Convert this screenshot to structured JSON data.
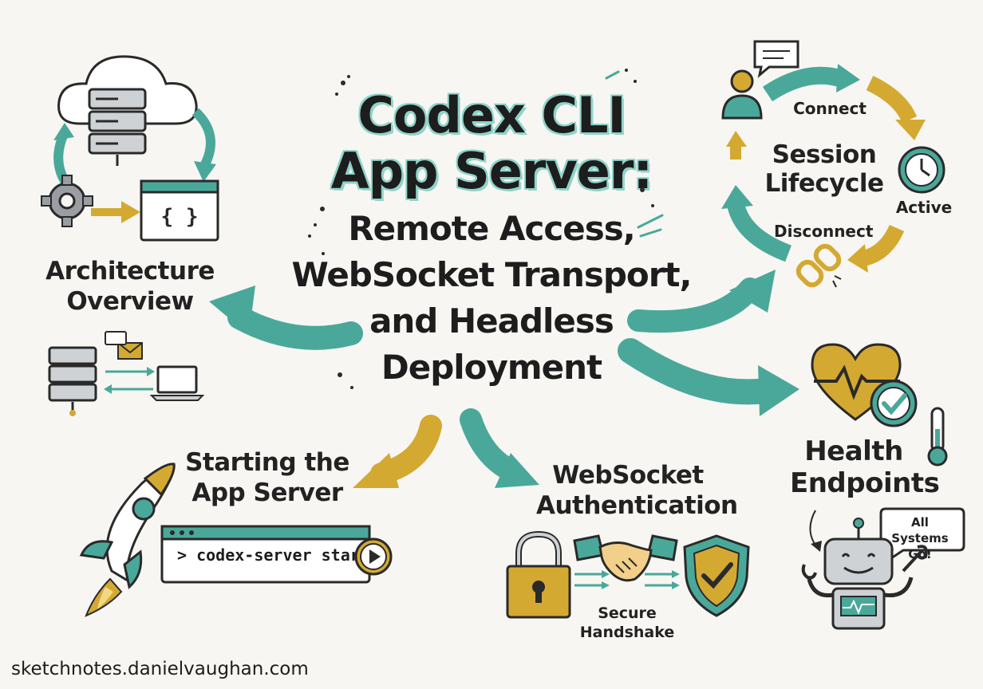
{
  "title": {
    "line1": "Codex CLI",
    "line2": "App Server:",
    "line3": "Remote Access,",
    "line4": "WebSocket Transport,",
    "line5": "and Headless",
    "line6": "Deployment"
  },
  "architecture": {
    "label_line1": "Architecture",
    "label_line2": "Overview"
  },
  "lifecycle": {
    "title_line1": "Session",
    "title_line2": "Lifecycle",
    "connect": "Connect",
    "active": "Active",
    "disconnect": "Disconnect"
  },
  "starting": {
    "label_line1": "Starting the",
    "label_line2": "App Server",
    "command": "> codex-server start"
  },
  "auth": {
    "label_line1": "WebSocket",
    "label_line2": "Authentication",
    "handshake_line1": "Secure",
    "handshake_line2": "Handshake"
  },
  "health": {
    "label_line1": "Health",
    "label_line2": "Endpoints",
    "bubble": "All Systems Go!"
  },
  "footer": "sketchnotes.danielvaughan.com",
  "colors": {
    "teal": "#4aa89a",
    "gold": "#d4a932",
    "ink": "#222222",
    "background": "#f7f6f2"
  }
}
